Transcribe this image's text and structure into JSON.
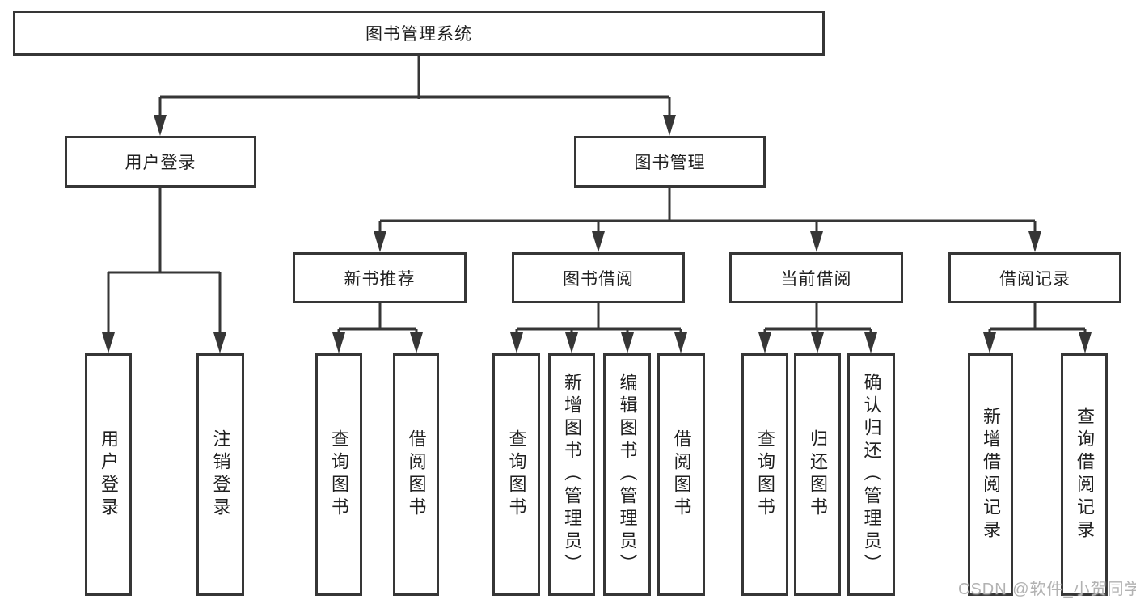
{
  "diagram": {
    "title": "图书管理系统",
    "nodes": {
      "root": "图书管理系统",
      "user_login": "用户登录",
      "book_mgmt": "图书管理",
      "new_book_rec": "新书推荐",
      "book_borrow": "图书借阅",
      "current_borrow": "当前借阅",
      "borrow_records": "借阅记录",
      "leaf_login_user": "用户登录",
      "leaf_login_out": "注销登录",
      "leaf_nbr_query": "查询图书",
      "leaf_nbr_borrow": "借阅图书",
      "leaf_bb_query": "查询图书",
      "leaf_bb_add": "新增图书（管理员）",
      "leaf_bb_edit": "编辑图书（管理员）",
      "leaf_bb_borrow": "借阅图书",
      "leaf_cb_query": "查询图书",
      "leaf_cb_return": "归还图书",
      "leaf_cb_confirm": "确认归还（管理员）",
      "leaf_br_add": "新增借阅记录",
      "leaf_br_query": "查询借阅记录"
    },
    "hierarchy": {
      "图书管理系统": {
        "用户登录": [
          "用户登录",
          "注销登录"
        ],
        "图书管理": {
          "新书推荐": [
            "查询图书",
            "借阅图书"
          ],
          "图书借阅": [
            "查询图书",
            "新增图书（管理员）",
            "编辑图书（管理员）",
            "借阅图书"
          ],
          "当前借阅": [
            "查询图书",
            "归还图书",
            "确认归还（管理员）"
          ],
          "借阅记录": [
            "新增借阅记录",
            "查询借阅记录"
          ]
        }
      }
    },
    "colors": {
      "line": "#363636",
      "arrow": "#363636",
      "text": "#1f1f1f",
      "box_fill": "#ffffff",
      "background": "#ffffff",
      "watermark": "#b2b2b2"
    }
  },
  "watermark": "CSDN @软件_小贺同学"
}
